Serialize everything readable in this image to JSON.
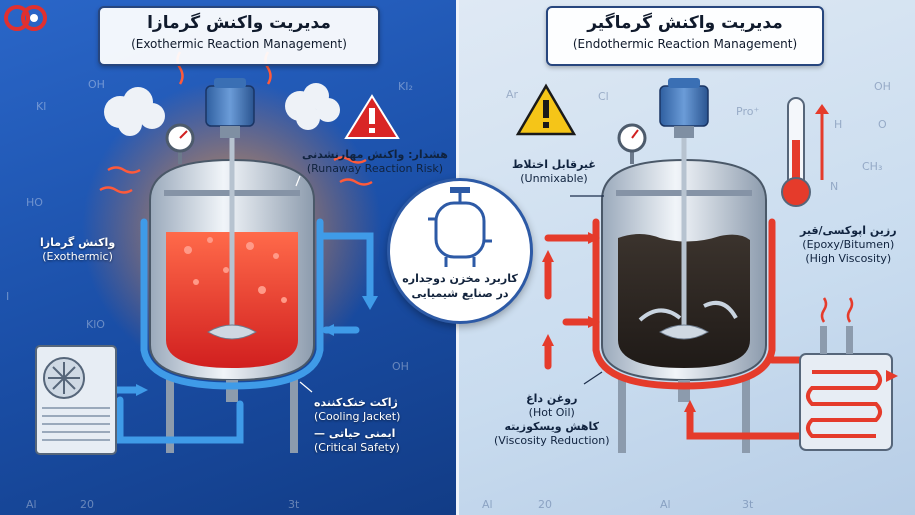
{
  "left_panel": {
    "title_fa": "مدیریت واکنش گرمازا",
    "title_en": "(Exothermic Reaction Management)",
    "warning_fa": "هشدار: واکنش مهارنشدنی",
    "warning_en": "(Runaway Reaction Risk)",
    "reaction_fa": "واکنش گرمازا",
    "reaction_en": "(Exothermic)",
    "jacket_fa": "ژاکت خنک‌کننده",
    "jacket_en": "(Cooling Jacket)",
    "safety_fa": "ایمنی حیاتی —",
    "safety_en": "(Critical Safety)",
    "faint_chem": [
      "OH",
      "Kl",
      "KI₂",
      "HO",
      "KlO",
      "OH",
      "I",
      "20",
      "Al",
      "3t"
    ]
  },
  "right_panel": {
    "title_fa": "مدیریت واکنش گرماگیر",
    "title_en": "(Endothermic Reaction Management)",
    "unmix_fa": "غیرقابل اختلاط",
    "unmix_en": "(Unmixable)",
    "resin_fa": "رزین اپوکسی/قیر",
    "resin_en": "(Epoxy/Bitumen)",
    "visc_en": "(High Viscosity)",
    "oil_fa": "روغن داغ",
    "oil_en": "(Hot Oil)",
    "reduce_fa": "کاهش ویسکوزیته",
    "reduce_en": "(Viscosity Reduction)",
    "faint_chem": [
      "Ar",
      "Cl",
      "Pro⁺",
      "H",
      "O",
      "N",
      "CH₃",
      "OH",
      "Al",
      "20",
      "Al",
      "3t"
    ]
  },
  "center": {
    "line1": "کاربرد مخزن دوجداره",
    "line2": "در صنایع شیمیایی"
  },
  "colors": {
    "hot_liquid": "#e8322b",
    "cool_pipe": "#3f9be8",
    "hot_oil": "#e53b2b",
    "warning_red": "#d92525",
    "warning_yellow": "#f5c518",
    "resin": "#2e2824"
  },
  "icons": [
    "brand-logo-icon",
    "warning-triangle-icon",
    "caution-triangle-icon",
    "thermometer-icon",
    "pressure-gauge-icon",
    "motor-icon",
    "chiller-icon",
    "heater-icon",
    "tank-icon"
  ]
}
